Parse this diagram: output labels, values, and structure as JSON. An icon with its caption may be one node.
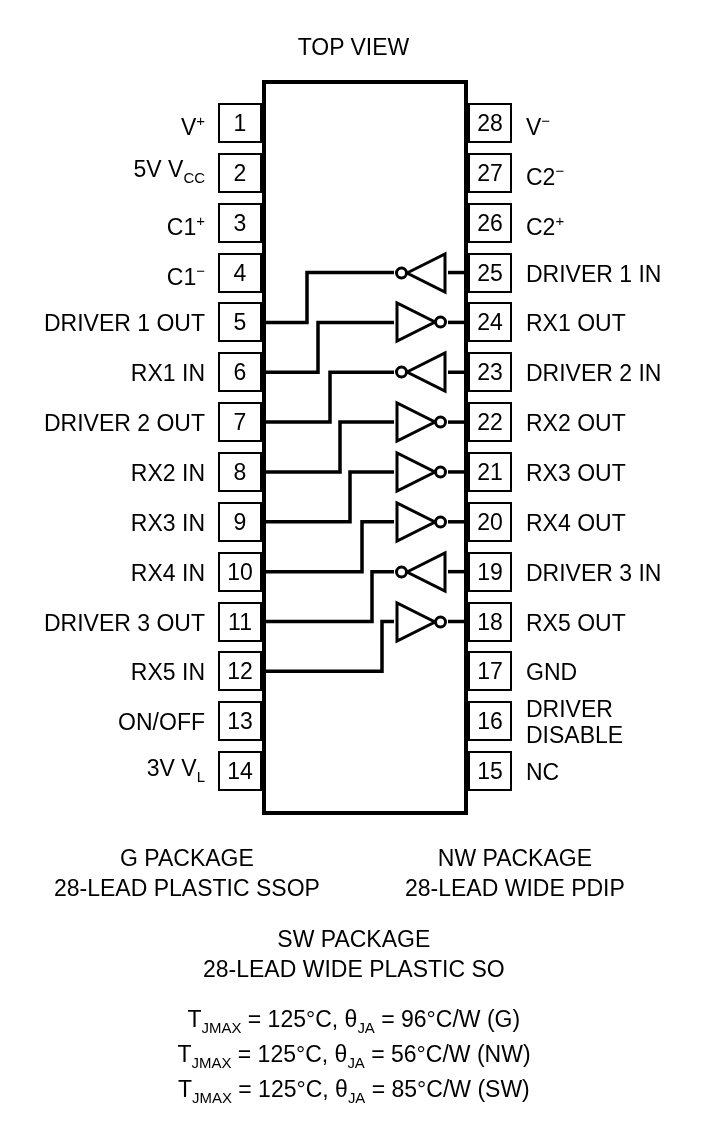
{
  "diagram": {
    "title": "TOP VIEW",
    "nodes": [
      {
        "text": [],
        "shape": "box"
      },
      {
        "text": [
          "1"
        ],
        "beside": [
          "V$^{+}$"
        ]
      },
      {
        "text": [
          "2"
        ],
        "beside": [
          "5V V$_{CC}$"
        ]
      },
      {
        "text": [
          "3"
        ],
        "beside": [
          "C1$^{+}$"
        ]
      },
      {
        "text": [
          "4"
        ],
        "beside": [
          "C1$^{−}$"
        ]
      },
      {
        "text": [
          "5"
        ],
        "beside": [
          "DRIVER 1 OUT"
        ]
      },
      {
        "text": [
          "6"
        ],
        "beside": [
          "RX1 IN"
        ]
      },
      {
        "text": [
          "7"
        ],
        "beside": [
          "DRIVER 2 OUT"
        ]
      },
      {
        "text": [
          "8"
        ],
        "beside": [
          "RX2 IN"
        ]
      },
      {
        "text": [
          "9"
        ],
        "beside": [
          "RX3 IN"
        ]
      },
      {
        "text": [
          "10"
        ],
        "beside": [
          "RX4 IN"
        ]
      },
      {
        "text": [
          "11"
        ],
        "beside": [
          "DRIVER 3 OUT"
        ]
      },
      {
        "text": [
          "12"
        ],
        "beside": [
          "RX5 IN"
        ]
      },
      {
        "text": [
          "13"
        ],
        "beside": [
          "ON/OFF"
        ]
      },
      {
        "text": [
          "14"
        ],
        "beside": [
          "3V V$_{L}$"
        ]
      },
      {
        "text": [
          "15"
        ],
        "beside": [
          "NC"
        ]
      },
      {
        "text": [
          "16"
        ],
        "beside": [
          "DRIVER DISABLE"
        ]
      },
      {
        "text": [
          "17"
        ],
        "beside": [
          "GND"
        ]
      },
      {
        "text": [
          "18"
        ],
        "beside": [
          "RX5 OUT"
        ]
      },
      {
        "text": [
          "19"
        ],
        "beside": [
          "DRIVER 3 IN"
        ]
      },
      {
        "text": [
          "20"
        ],
        "beside": [
          "RX4 OUT"
        ]
      },
      {
        "text": [
          "21"
        ],
        "beside": [
          "RX3 OUT"
        ]
      },
      {
        "text": [
          "22"
        ],
        "beside": [
          "RX2 OUT"
        ]
      },
      {
        "text": [
          "23"
        ],
        "beside": [
          "DRIVER 2 IN"
        ]
      },
      {
        "text": [
          "24"
        ],
        "beside": [
          "RX1 OUT"
        ]
      },
      {
        "text": [
          "25"
        ],
        "beside": [
          "DRIVER 1 IN"
        ]
      },
      {
        "text": [
          "26"
        ],
        "beside": [
          "C2$^{+}$"
        ]
      },
      {
        "text": [
          "27"
        ],
        "beside": [
          "C2$^{−}$"
        ]
      },
      {
        "text": [
          "28"
        ],
        "beside": [
          "V$^{−}$"
        ]
      },
      {
        "text": [],
        "shape": "triangle",
        "in": 0
      },
      {
        "text": [],
        "shape": "triangle",
        "in": 0
      },
      {
        "text": [],
        "shape": "triangle",
        "in": 0
      },
      {
        "text": [],
        "shape": "triangle",
        "in": 0
      },
      {
        "text": [],
        "shape": "triangle",
        "in": 0
      },
      {
        "text": [],
        "shape": "triangle",
        "in": 0
      },
      {
        "text": [],
        "shape": "triangle",
        "in": 0
      },
      {
        "text": [],
        "shape": "triangle",
        "in": 0
      }
    ],
    "edges": [
      {
        "from": 25,
        "to": 29,
        "arrow": "none"
      },
      {
        "from": 29,
        "to": 5,
        "arrow": "none"
      },
      {
        "from": 6,
        "to": 30,
        "arrow": "none"
      },
      {
        "from": 30,
        "to": 24,
        "arrow": "none"
      },
      {
        "from": 23,
        "to": 31,
        "arrow": "none"
      },
      {
        "from": 31,
        "to": 7,
        "arrow": "none"
      },
      {
        "from": 8,
        "to": 32,
        "arrow": "none"
      },
      {
        "from": 32,
        "to": 22,
        "arrow": "none"
      },
      {
        "from": 9,
        "to": 33,
        "arrow": "none"
      },
      {
        "from": 33,
        "to": 21,
        "arrow": "none"
      },
      {
        "from": 10,
        "to": 34,
        "arrow": "none"
      },
      {
        "from": 34,
        "to": 20,
        "arrow": "none"
      },
      {
        "from": 19,
        "to": 35,
        "arrow": "none"
      },
      {
        "from": 35,
        "to": 11,
        "arrow": "none"
      },
      {
        "from": 12,
        "to": 36,
        "arrow": "none"
      },
      {
        "from": 36,
        "to": 18,
        "arrow": "none"
      }
    ],
    "labels": [
      "G PACKAGE 28-LEAD PLASTIC SSOP",
      "NW PACKAGE 28-LEAD WIDE PDIP",
      "SW PACKAGE 28-LEAD WIDE PLASTIC SO",
      "T$_{JMAX}$ = 125°C, θ$_{JA}$ = 96°C/W (G)",
      "T$_{JMAX}$ = 125°C, θ$_{JA}$ = 56°C/W (NW)",
      "T$_{JMAX}$ = 125°C, θ$_{JA}$ = 85°C/W (SW)"
    ]
  }
}
